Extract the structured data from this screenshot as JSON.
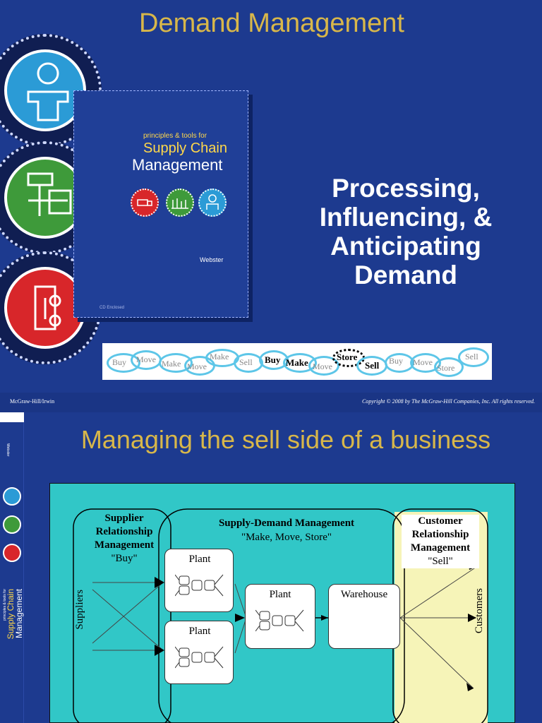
{
  "slide1": {
    "title": "Demand Management",
    "book": {
      "small_text": "principles & tools for",
      "title_line1": "Supply Chain",
      "title_line2": "Management",
      "author": "Webster",
      "bottom_text": "CD Enclosed"
    },
    "subtitle_lines": [
      "Processing,",
      "Influencing, &",
      "Anticipating",
      "Demand"
    ],
    "chain_words": [
      "Buy",
      "Move",
      "Make",
      "Move",
      "Make",
      "Sell",
      "Buy",
      "Make",
      "Move",
      "Store",
      "Sell",
      "Buy",
      "Move",
      "Store",
      "Sell"
    ],
    "footer_left": "McGraw-Hill/Irwin",
    "footer_right": "Copyright © 2008 by The McGraw-Hill Companies, Inc.  All rights reserved."
  },
  "slide2": {
    "title": "Managing the sell side of a business",
    "sidebar": {
      "author": "Webster",
      "spine_small": "principles & tools for",
      "spine_title1": "Supply Chain",
      "spine_title2": "Management"
    },
    "diagram": {
      "supplier_box": [
        "Supplier",
        "Relationship",
        "Management"
      ],
      "supplier_quote": "\"Buy\"",
      "sdm_title": "Supply-Demand Management",
      "sdm_quote": "\"Make, Move, Store\"",
      "customer_box": [
        "Customer",
        "Relationship",
        "Management"
      ],
      "customer_quote": "\"Sell\"",
      "plant1": "Plant",
      "plant2": "Plant",
      "plant3": "Plant",
      "warehouse": "Warehouse",
      "suppliers_label": "Suppliers",
      "customers_label": "Customers"
    }
  },
  "colors": {
    "background": "#1d3a8f",
    "title_gold": "#d8b74a",
    "diagram_teal": "#31c7c7",
    "customer_zone": "#f6f4b8",
    "chain_blue": "#5dc6e8"
  }
}
